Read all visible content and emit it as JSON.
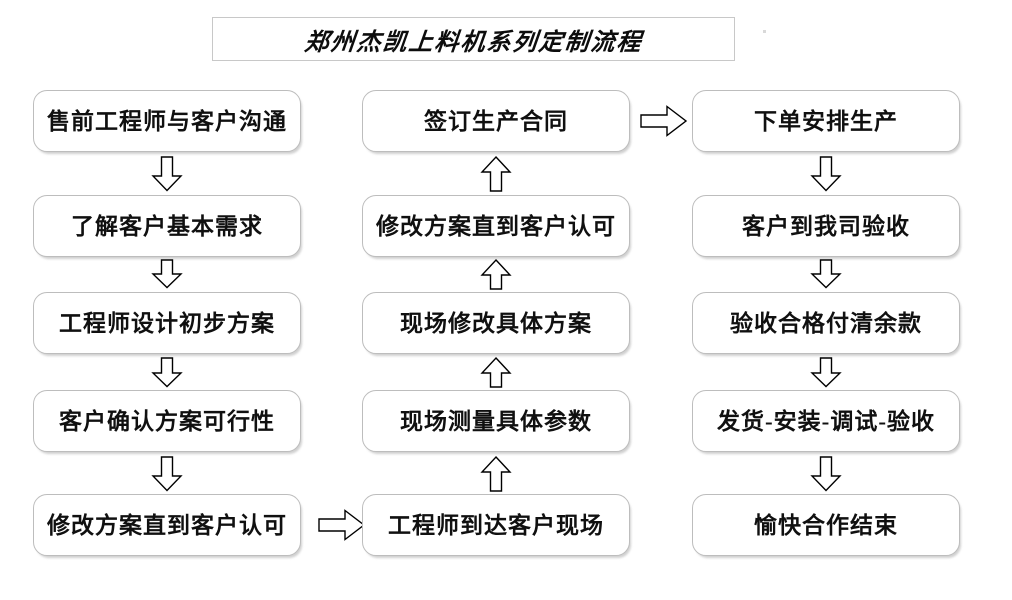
{
  "title": {
    "text": "郑州杰凯上料机系列定制流程"
  },
  "columns": [
    {
      "id": "column-1",
      "direction": "downward",
      "nodes": [
        {
          "label": "售前工程师与客户沟通"
        },
        {
          "label": "了解客户基本需求"
        },
        {
          "label": "工程师设计初步方案"
        },
        {
          "label": "客户确认方案可行性"
        },
        {
          "label": "修改方案直到客户认可"
        }
      ]
    },
    {
      "id": "column-2",
      "direction": "upward",
      "nodes": [
        {
          "label": "签订生产合同"
        },
        {
          "label": "修改方案直到客户认可"
        },
        {
          "label": "现场修改具体方案"
        },
        {
          "label": "现场测量具体参数"
        },
        {
          "label": "工程师到达客户现场"
        }
      ]
    },
    {
      "id": "column-3",
      "direction": "downward",
      "nodes": [
        {
          "label": "下单安排生产"
        },
        {
          "label": "客户到我司验收"
        },
        {
          "label": "验收合格付清余款"
        },
        {
          "label": "发货-安装-调试-验收"
        },
        {
          "label": "愉快合作结束"
        }
      ]
    }
  ],
  "connectors": {
    "down_arrows": 4,
    "up_arrows": 4,
    "right_arrows": 2,
    "bottom_bridge": "column-1 row-5 to column-2 row-5",
    "top_bridge": "column-2 row-1 to column-3 row-1"
  },
  "colors": {
    "box_border": "#bdbdbd",
    "box_fill": "#ffffff",
    "text": "#101010",
    "arrow_stroke": "#000000",
    "title_border": "#c8c8c8",
    "page_background": "#ffffff"
  }
}
